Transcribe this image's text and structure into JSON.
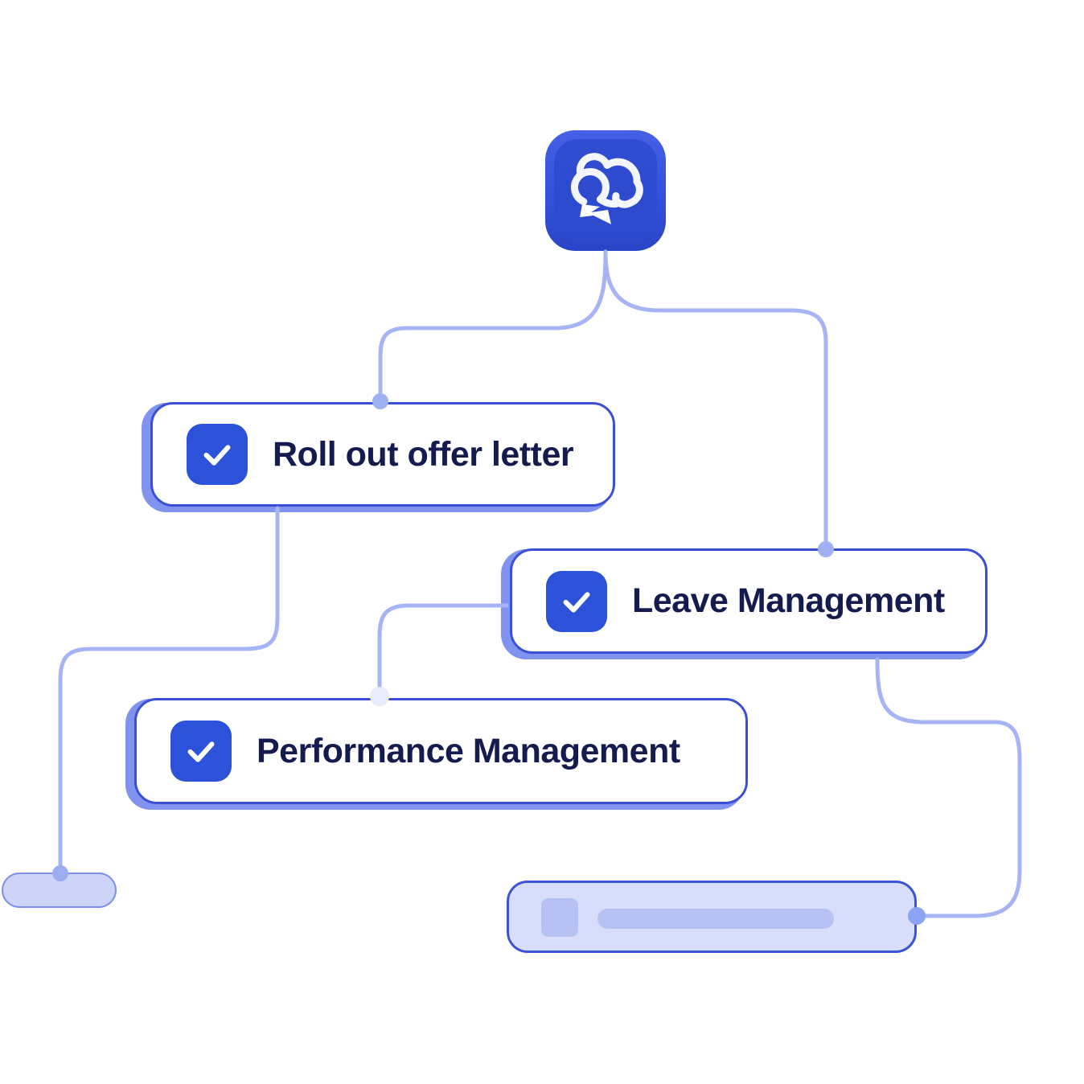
{
  "illustration": {
    "app_icon": {
      "name": "storm-cloud-app-icon"
    },
    "tasks": [
      {
        "label": "Roll out offer letter",
        "checked": true
      },
      {
        "label": "Leave Management",
        "checked": true
      },
      {
        "label": "Performance Management",
        "checked": true
      }
    ],
    "skeletons": [
      {
        "name": "empty-pill-node"
      },
      {
        "name": "skeleton-task-node",
        "parts": [
          "icon-placeholder",
          "text-bar-placeholder"
        ]
      }
    ]
  },
  "colors": {
    "checkbox_blue": "#2b52d8",
    "card_border_blue": "#3950d6",
    "card_shadow_periwinkle": "#8093ef",
    "connector_periwinkle": "#a6b4f5",
    "text_navy": "#131b4f",
    "skeleton_lavender": "#d8ddf9",
    "icon_background_blue": "#3352dd"
  }
}
